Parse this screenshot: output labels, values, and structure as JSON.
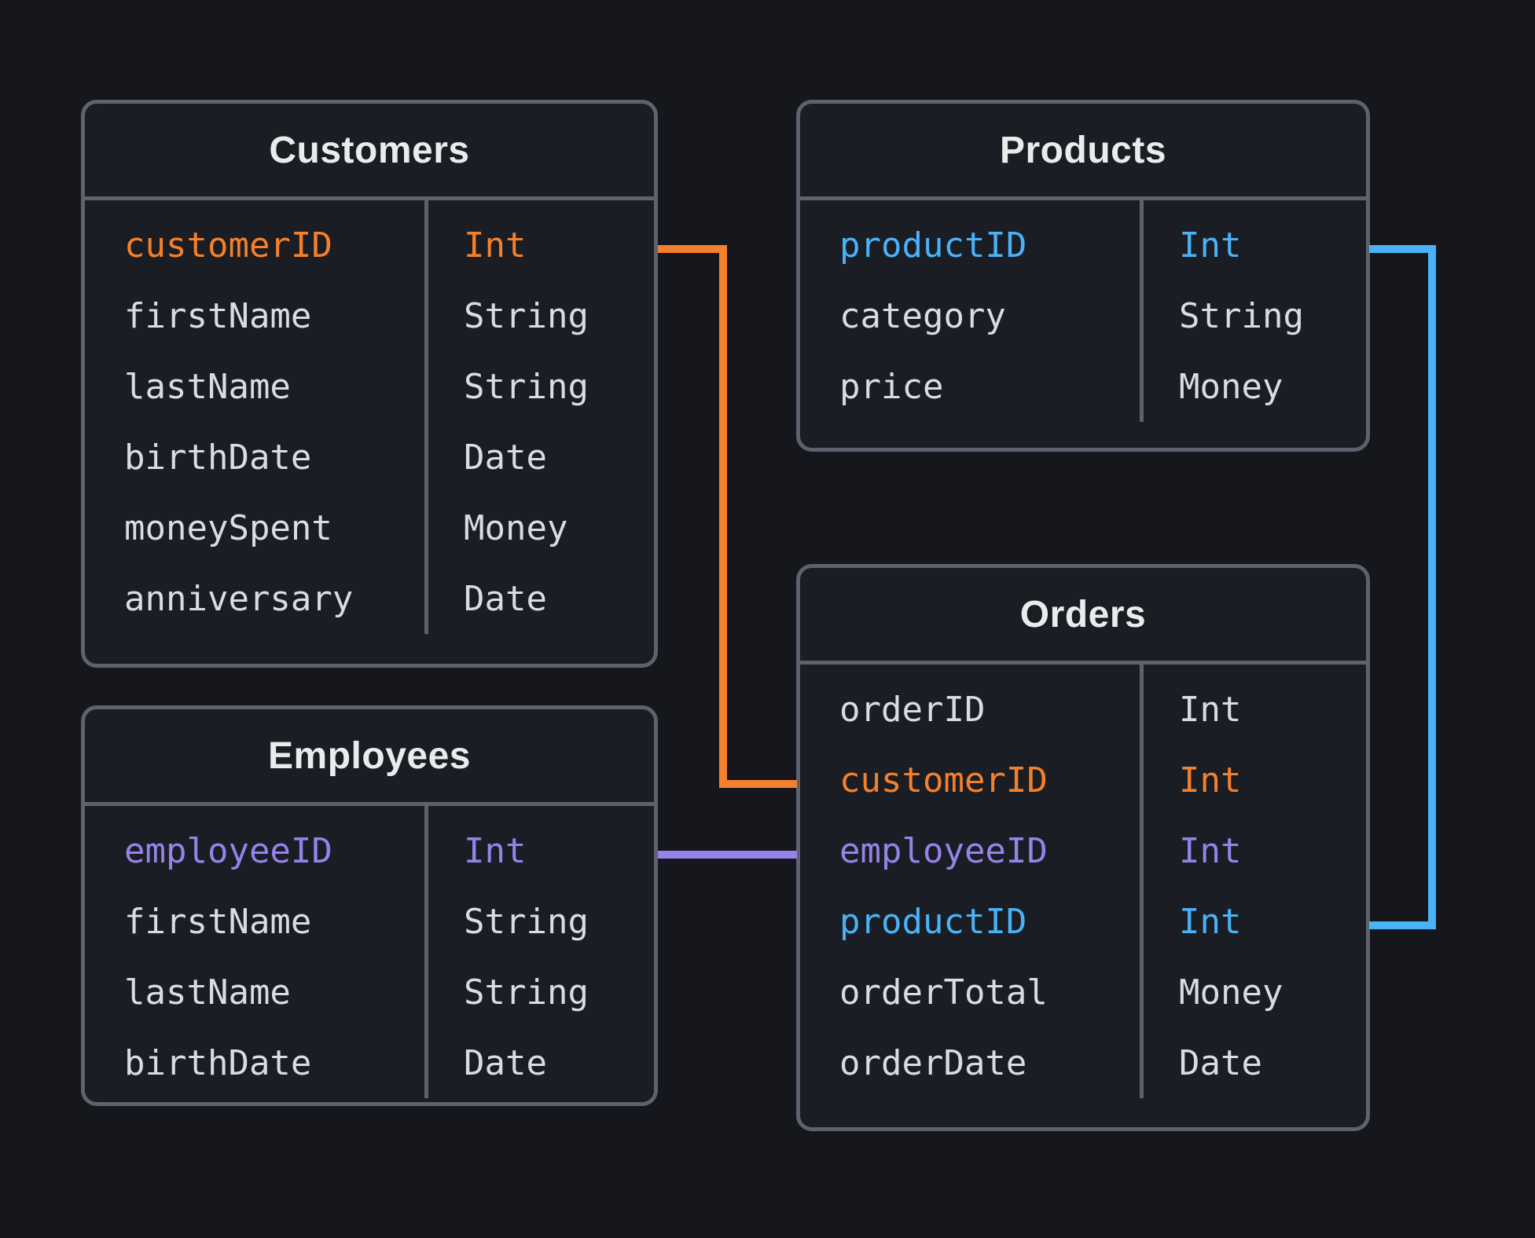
{
  "colors": {
    "bg": "#15171C",
    "panel": "#1A1D23",
    "border": "#5C636F",
    "title": "#E9EBED",
    "text": "#D9DCE0",
    "orange": "#F5802B",
    "purple": "#9583EA",
    "blue": "#4AB2F7"
  },
  "tables": {
    "customers": {
      "title": "Customers",
      "fields": [
        {
          "name": "customerID",
          "type": "Int",
          "accent": "orange"
        },
        {
          "name": "firstName",
          "type": "String",
          "accent": ""
        },
        {
          "name": "lastName",
          "type": "String",
          "accent": ""
        },
        {
          "name": "birthDate",
          "type": "Date",
          "accent": ""
        },
        {
          "name": "moneySpent",
          "type": "Money",
          "accent": ""
        },
        {
          "name": "anniversary",
          "type": "Date",
          "accent": ""
        }
      ]
    },
    "products": {
      "title": "Products",
      "fields": [
        {
          "name": "productID",
          "type": "Int",
          "accent": "blue"
        },
        {
          "name": "category",
          "type": "String",
          "accent": ""
        },
        {
          "name": "price",
          "type": "Money",
          "accent": ""
        }
      ]
    },
    "employees": {
      "title": "Employees",
      "fields": [
        {
          "name": "employeeID",
          "type": "Int",
          "accent": "purple"
        },
        {
          "name": "firstName",
          "type": "String",
          "accent": ""
        },
        {
          "name": "lastName",
          "type": "String",
          "accent": ""
        },
        {
          "name": "birthDate",
          "type": "Date",
          "accent": ""
        }
      ]
    },
    "orders": {
      "title": "Orders",
      "fields": [
        {
          "name": "orderID",
          "type": "Int",
          "accent": ""
        },
        {
          "name": "customerID",
          "type": "Int",
          "accent": "orange"
        },
        {
          "name": "employeeID",
          "type": "Int",
          "accent": "purple"
        },
        {
          "name": "productID",
          "type": "Int",
          "accent": "blue"
        },
        {
          "name": "orderTotal",
          "type": "Money",
          "accent": ""
        },
        {
          "name": "orderDate",
          "type": "Date",
          "accent": ""
        }
      ]
    }
  },
  "connections": [
    {
      "from": "Customers.customerID",
      "to": "Orders.customerID",
      "color": "#F5802B"
    },
    {
      "from": "Employees.employeeID",
      "to": "Orders.employeeID",
      "color": "#9583EA"
    },
    {
      "from": "Products.productID",
      "to": "Orders.productID",
      "color": "#4AB2F7"
    }
  ]
}
